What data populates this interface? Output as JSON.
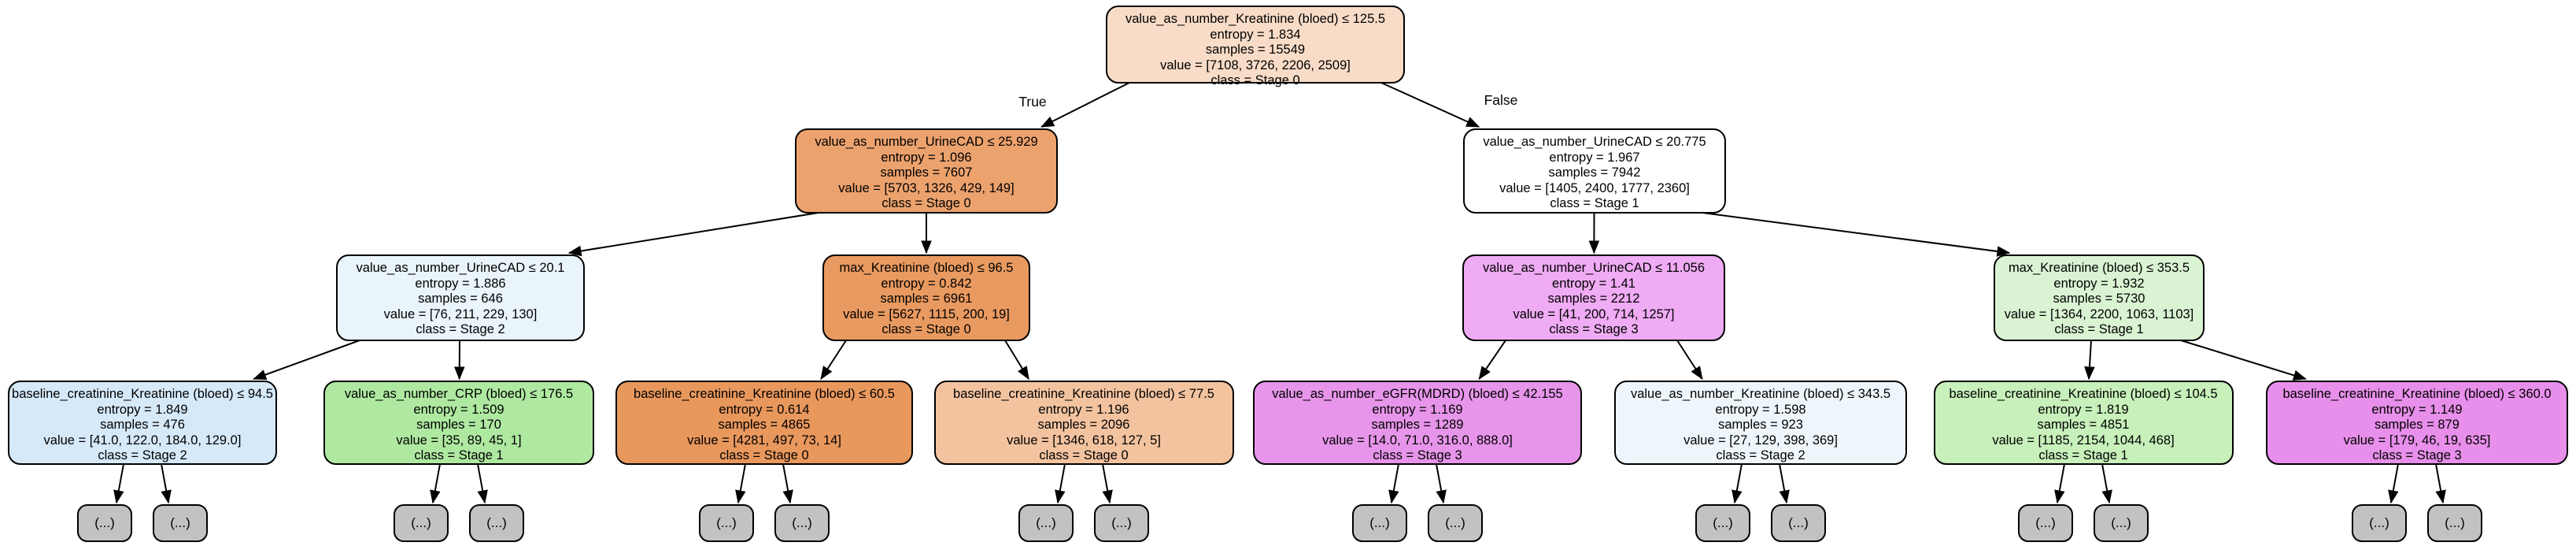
{
  "diagram_type": "decision-tree",
  "edge_labels": {
    "left": "True",
    "right": "False"
  },
  "leaf_placeholder": "(...)",
  "colors": {
    "background": "#ffffff",
    "node_border": "#000000",
    "edge": "#000000",
    "leaf_fill": "#c2c2c2",
    "stage0_strong": "#e58139",
    "stage1_strong": "#47e539",
    "stage2_strong": "#399de5",
    "stage3_strong": "#d739e5"
  },
  "nodes": [
    {
      "id": "root",
      "fill": "#f8dcc7",
      "lines": [
        "value_as_number_Kreatinine (bloed) ≤ 125.5",
        "entropy = 1.834",
        "samples = 15549",
        "value = [7108, 3726, 2206, 2509]",
        "class = Stage 0"
      ]
    },
    {
      "id": "n1",
      "fill": "#eca26d",
      "lines": [
        "value_as_number_UrineCAD ≤ 25.929",
        "entropy = 1.096",
        "samples = 7607",
        "value = [5703, 1326, 429, 149]",
        "class = Stage 0"
      ]
    },
    {
      "id": "n2",
      "fill": "#ffffff",
      "lines": [
        "value_as_number_UrineCAD ≤ 20.775",
        "entropy = 1.967",
        "samples = 7942",
        "value = [1405, 2400, 1777, 2360]",
        "class = Stage 1"
      ]
    },
    {
      "id": "n3",
      "fill": "#eaf4fb",
      "lines": [
        "value_as_number_UrineCAD ≤ 20.1",
        "entropy = 1.886",
        "samples = 646",
        "value = [76, 211, 229, 130]",
        "class = Stage 2"
      ]
    },
    {
      "id": "n4",
      "fill": "#e99a60",
      "lines": [
        "max_Kreatinine (bloed) ≤ 96.5",
        "entropy = 0.842",
        "samples = 6961",
        "value = [5627, 1115, 200, 19]",
        "class = Stage 0"
      ]
    },
    {
      "id": "n5",
      "fill": "#efabf3",
      "lines": [
        "value_as_number_UrineCAD ≤ 11.056",
        "entropy = 1.41",
        "samples = 2212",
        "value = [41, 200, 714, 1257]",
        "class = Stage 3"
      ]
    },
    {
      "id": "n6",
      "fill": "#daf3d3",
      "lines": [
        "max_Kreatinine (bloed) ≤ 353.5",
        "entropy = 1.932",
        "samples = 5730",
        "value = [1364, 2200, 1063, 1103]",
        "class = Stage 1"
      ]
    },
    {
      "id": "n7",
      "fill": "#d6e9f9",
      "lines": [
        "baseline_creatinine_Kreatinine (bloed) ≤ 94.5",
        "entropy = 1.849",
        "samples = 476",
        "value = [41.0, 122.0, 184.0, 129.0]",
        "class = Stage 2"
      ]
    },
    {
      "id": "n8",
      "fill": "#afe9a1",
      "lines": [
        "value_as_number_CRP (bloed) ≤ 176.5",
        "entropy = 1.509",
        "samples = 170",
        "value = [35, 89, 45, 1]",
        "class = Stage 1"
      ]
    },
    {
      "id": "n9",
      "fill": "#e9985d",
      "lines": [
        "baseline_creatinine_Kreatinine (bloed) ≤ 60.5",
        "entropy = 0.614",
        "samples = 4865",
        "value = [4281, 497, 73, 14]",
        "class = Stage 0"
      ]
    },
    {
      "id": "n10",
      "fill": "#f3c3a0",
      "lines": [
        "baseline_creatinine_Kreatinine (bloed) ≤ 77.5",
        "entropy = 1.196",
        "samples = 2096",
        "value = [1346, 618, 127, 5]",
        "class = Stage 0"
      ]
    },
    {
      "id": "n11",
      "fill": "#e795ea",
      "lines": [
        "value_as_number_eGFR(MDRD) (bloed) ≤ 42.155",
        "entropy = 1.169",
        "samples = 1289",
        "value = [14.0, 71.0, 316.0, 888.0]",
        "class = Stage 3"
      ]
    },
    {
      "id": "n12",
      "fill": "#eef6fc",
      "lines": [
        "value_as_number_Kreatinine (bloed) ≤ 343.5",
        "entropy = 1.598",
        "samples = 923",
        "value = [27, 129, 398, 369]",
        "class = Stage 2"
      ]
    },
    {
      "id": "n13",
      "fill": "#c7f0ba",
      "lines": [
        "baseline_creatinine_Kreatinine (bloed) ≤ 104.5",
        "entropy = 1.819",
        "samples = 4851",
        "value = [1185, 2154, 1044, 468]",
        "class = Stage 1"
      ]
    },
    {
      "id": "n14",
      "fill": "#e78fea",
      "lines": [
        "baseline_creatinine_Kreatinine (bloed) ≤ 360.0",
        "entropy = 1.149",
        "samples = 879",
        "value = [179, 46, 19, 635]",
        "class = Stage 3"
      ]
    }
  ]
}
